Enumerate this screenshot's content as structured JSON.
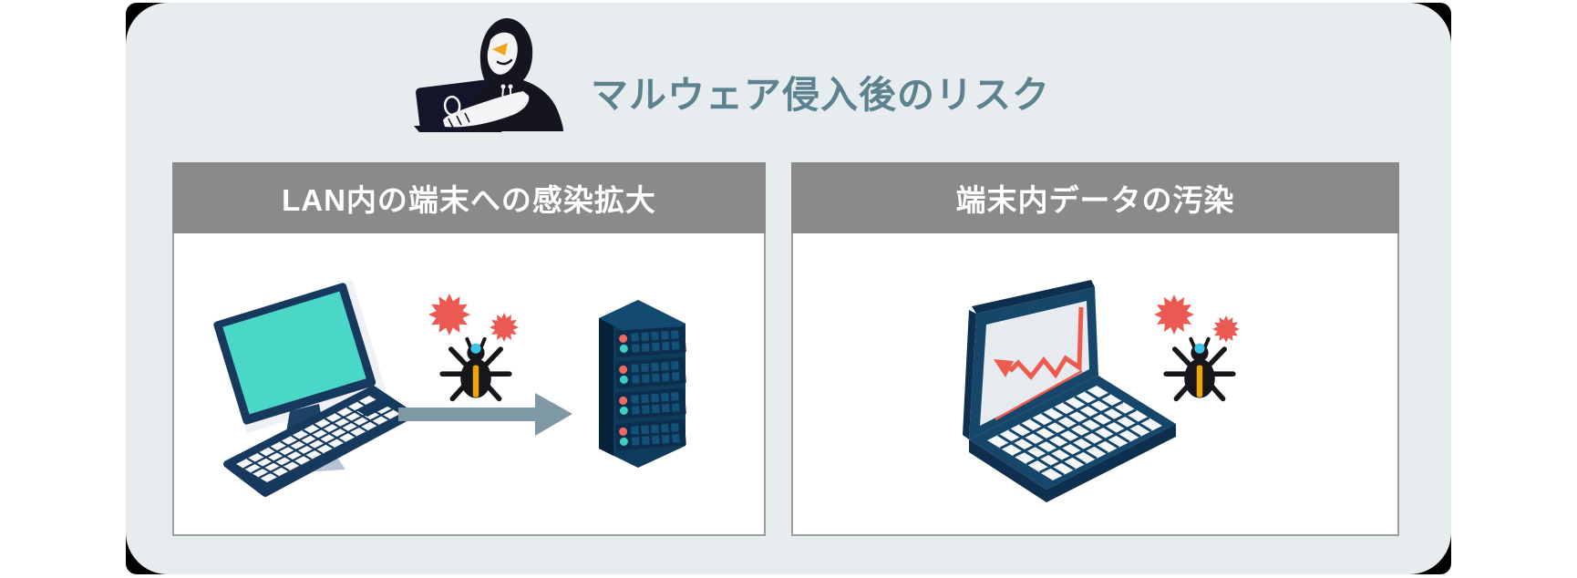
{
  "card": {
    "background": "#e7ecef",
    "corner_backdrop": "#000000"
  },
  "banner": {
    "title": "マルウェア侵入後のリスク",
    "title_color": "#5c828f",
    "icon": "hooded-hacker-with-laptop"
  },
  "panels": [
    {
      "key": "lan_spread",
      "header": "LAN内の端末への感染拡大",
      "header_bg": "#8a8a8a",
      "header_text_color": "#ffffff",
      "illustration_icons": [
        "desktop-computer-icon",
        "malware-bug-icon",
        "infection-starburst-icon",
        "spread-arrow-icon",
        "server-rack-icon"
      ]
    },
    {
      "key": "data_pollution",
      "header": "端末内データの汚染",
      "header_bg": "#8a8a8a",
      "header_text_color": "#ffffff",
      "illustration_icons": [
        "laptop-chart-icon",
        "malware-bug-icon",
        "infection-starburst-icon"
      ]
    }
  ],
  "colors": {
    "navy": "#16395d",
    "laptop_navy": "#17466b",
    "screen_teal": "#4bd7c8",
    "bug_black": "#17171b",
    "bug_stripe": "#f0a500",
    "bug_head_spot": "#3ac4ea",
    "starburst_red": "#ea5a52",
    "arrow_gray": "#7e98a6",
    "chart_red": "#ee5a4e",
    "server_dot_red": "#ef6b5f",
    "server_dot_teal": "#3fd0c4",
    "panel_border": "#9f9f9f"
  }
}
